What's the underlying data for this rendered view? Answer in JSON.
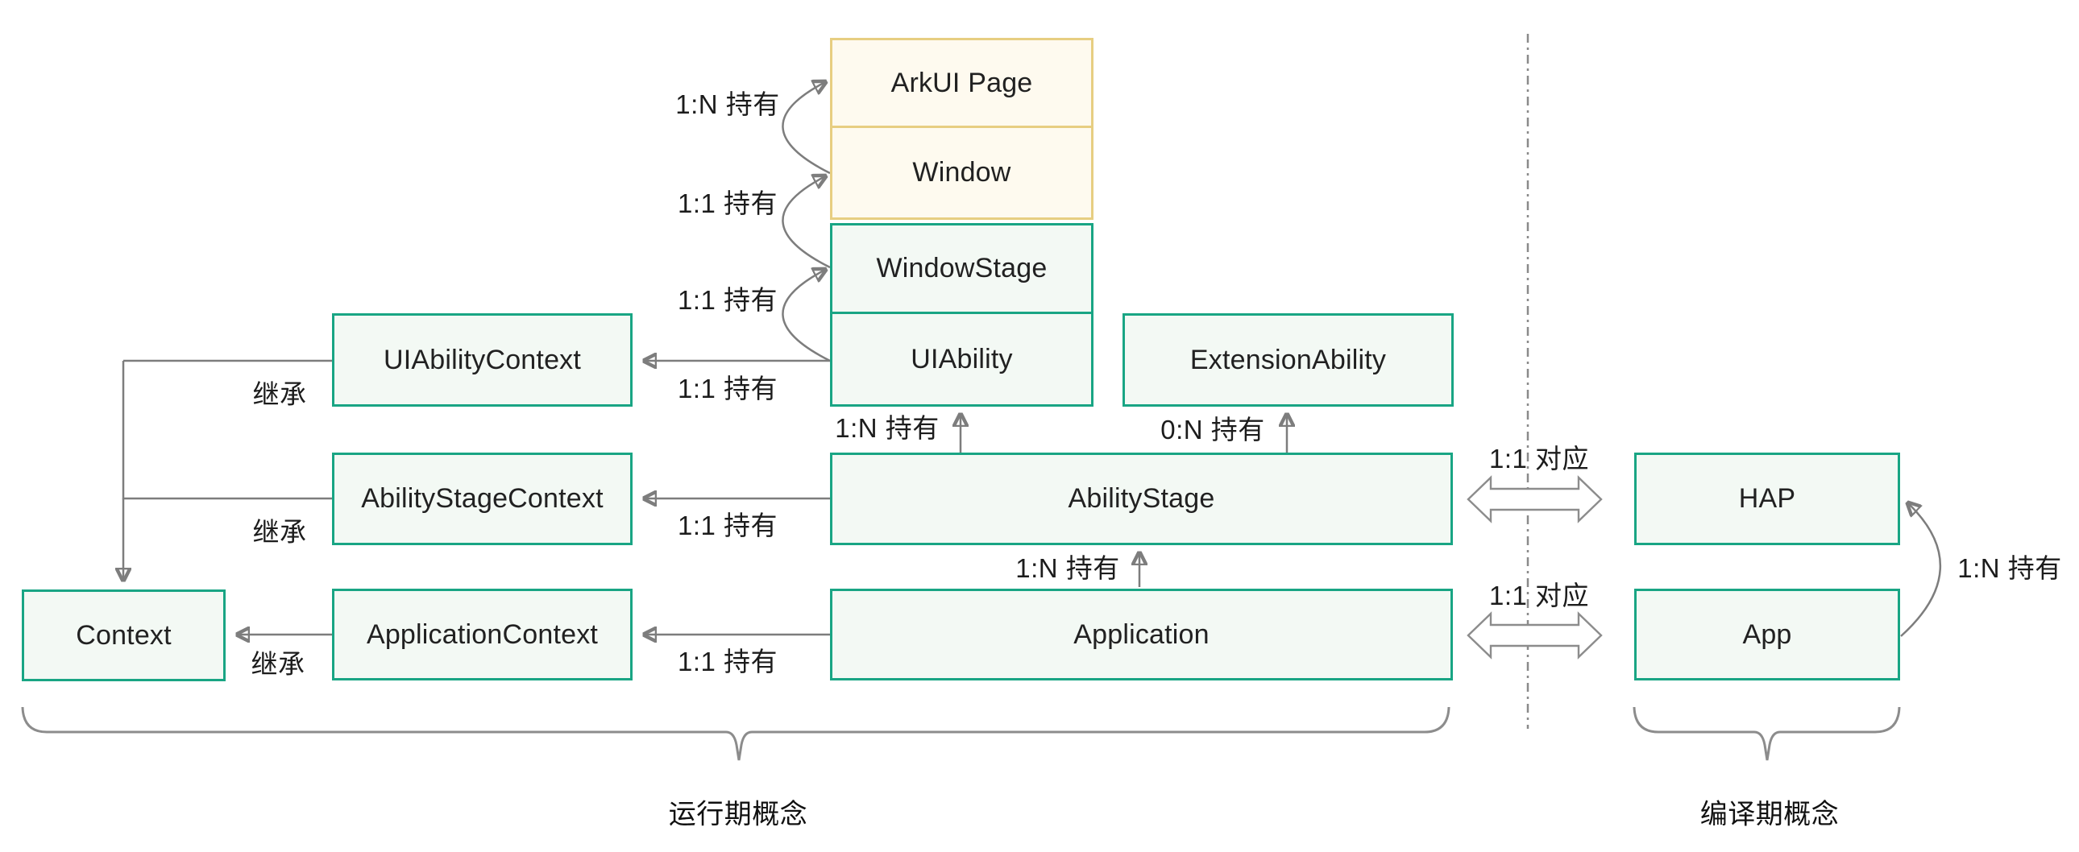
{
  "nodes": {
    "arkui_page": "ArkUI Page",
    "window": "Window",
    "window_stage": "WindowStage",
    "ui_ability": "UIAbility",
    "extension_ability": "ExtensionAbility",
    "ui_ability_context": "UIAbilityContext",
    "ability_stage_context": "AbilityStageContext",
    "ability_stage": "AbilityStage",
    "context": "Context",
    "application_context": "ApplicationContext",
    "application": "Application",
    "hap": "HAP",
    "app": "App"
  },
  "labels": {
    "window_holds_page": "1:N 持有",
    "stage_holds_window": "1:1 持有",
    "ability_holds_stage": "1:1 持有",
    "ability_holds_context": "1:1 持有",
    "stage_holds_context": "1:1 持有",
    "application_holds_context": "1:1 持有",
    "inherit_ui": "继承",
    "inherit_stage": "继承",
    "inherit_application": "继承",
    "stage_holds_ability": "1:N 持有",
    "stage_holds_extension": "0:N 持有",
    "application_holds_stage": "1:N 持有",
    "corr_stage_hap": "1:1 对应",
    "corr_application_app": "1:1 对应",
    "app_holds_hap": "1:N 持有"
  },
  "groups": {
    "runtime": "运行期概念",
    "compile": "编译期概念"
  },
  "colors": {
    "yellow_fill": "#FEFAEF",
    "yellow_border": "#E7CE81",
    "green_fill": "#F3F9F4",
    "green_border": "#19A584",
    "line": "#7d7d7d",
    "divider": "#8a8a8a",
    "text": "#212121"
  }
}
